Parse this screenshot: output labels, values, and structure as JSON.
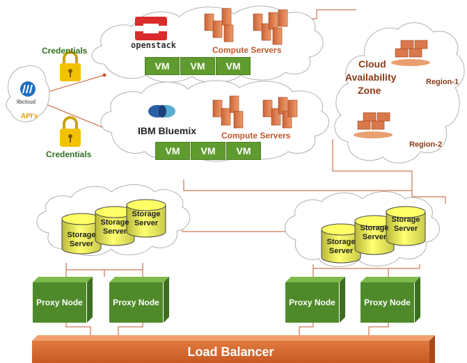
{
  "libcloud": {
    "logo_text": "libcloud",
    "apis_label": "API's"
  },
  "credentials": [
    "Credentials",
    "Credentials"
  ],
  "openstack": {
    "logo_text": "openstack",
    "compute_label": "Compute Servers",
    "vms": [
      "VM",
      "VM",
      "VM"
    ]
  },
  "bluemix": {
    "logo_text": "IBM Bluemix",
    "compute_label": "Compute Servers",
    "vms": [
      "VM",
      "VM",
      "VM"
    ]
  },
  "availability_zone": {
    "title_lines": [
      "Cloud",
      "Availability",
      "Zone"
    ],
    "regions": [
      "Region-1",
      "Region-2"
    ]
  },
  "storage_left": [
    "Storage Server",
    "Storage Server",
    "Storage Server"
  ],
  "storage_right": [
    "Storage Server",
    "Storage Server",
    "Storage Server"
  ],
  "proxy_nodes": [
    "Proxy Node",
    "Proxy Node",
    "Proxy Node",
    "Proxy Node"
  ],
  "load_balancer": "Load Balancer",
  "colors": {
    "connector": "#c0572b",
    "vm_green": "#5f9b2f",
    "proxy_green": "#4f8a2a",
    "load_balancer": "#d6692f",
    "server": "#d9784b",
    "storage_cylinder": "#ffff66"
  }
}
